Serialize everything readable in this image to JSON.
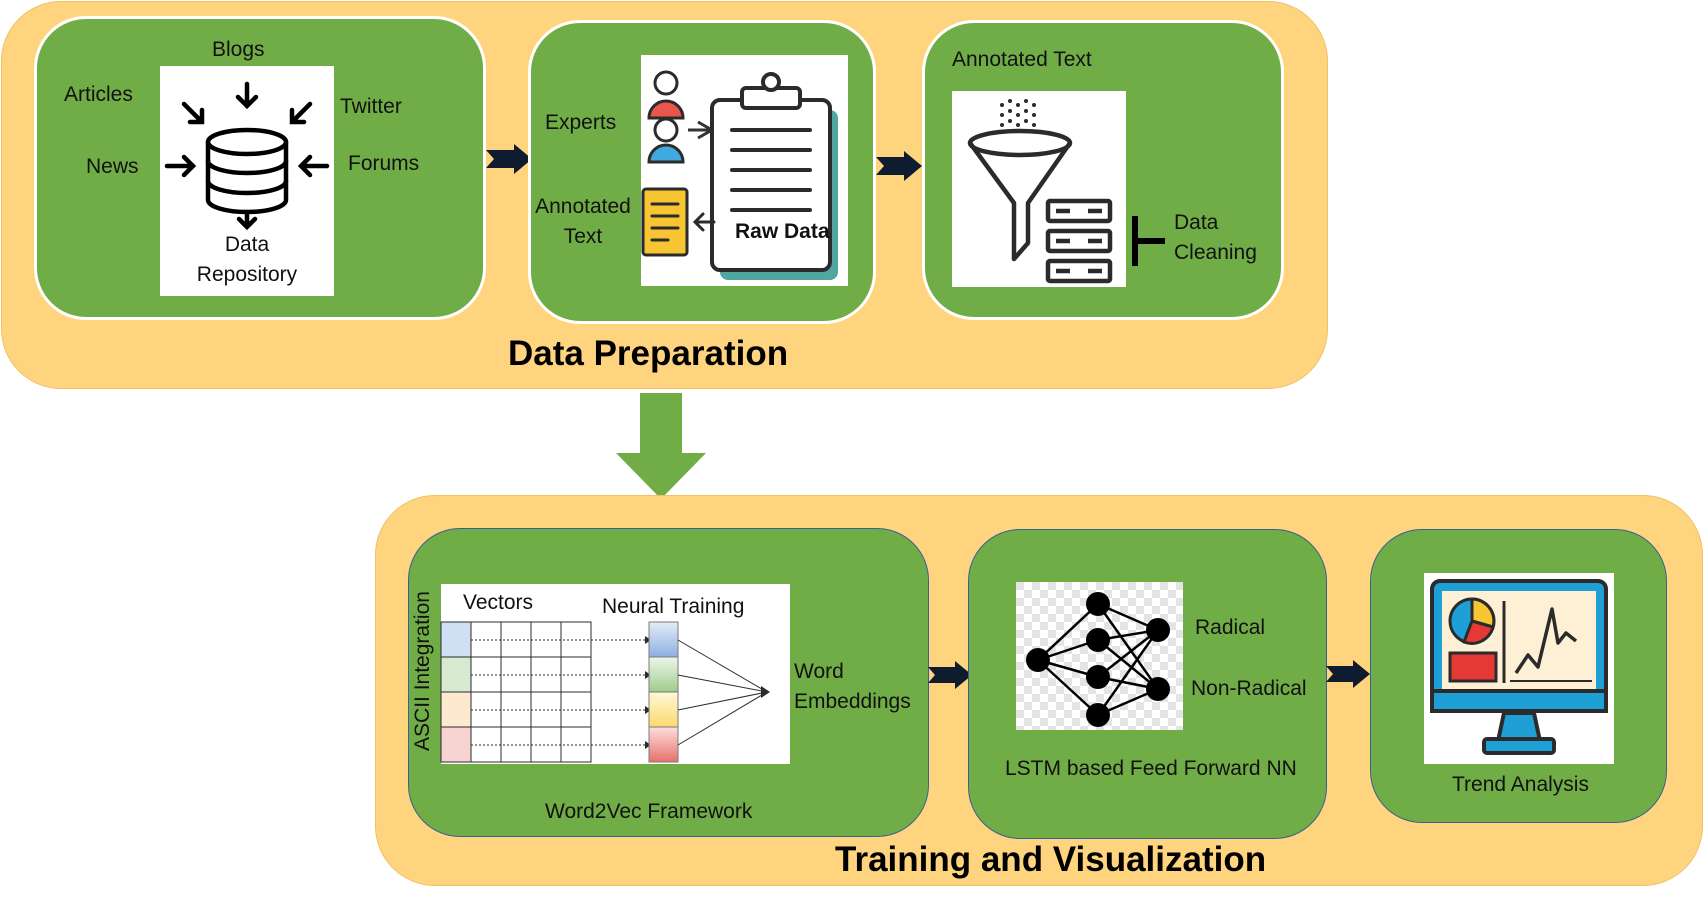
{
  "data_preparation": {
    "title": "Data Preparation",
    "sources": {
      "blogs": "Blogs",
      "articles": "Articles",
      "twitter": "Twitter",
      "news": "News",
      "forums": "Forums",
      "repository_line1": "Data",
      "repository_line2": "Repository"
    },
    "annotation": {
      "experts": "Experts",
      "annotated_line1": "Annotated",
      "annotated_line2": "Text",
      "raw_data": "Raw Data"
    },
    "cleaning": {
      "annotated_text": "Annotated Text",
      "cleaning_line1": "Data",
      "cleaning_line2": "Cleaning"
    }
  },
  "training_visualization": {
    "title": "Training and Visualization",
    "word2vec": {
      "ascii": "ASCII Integration",
      "vectors": "Vectors",
      "neural_training": "Neural Training",
      "embeddings_line1": "Word",
      "embeddings_line2": "Embeddings",
      "framework": "Word2Vec Framework"
    },
    "classifier": {
      "radical": "Radical",
      "non_radical": "Non-Radical",
      "model": "LSTM based Feed Forward NN"
    },
    "trend": {
      "label": "Trend Analysis"
    }
  },
  "colors": {
    "panel": "#fed47f",
    "box": "#70ad47",
    "arrow_dark": "#0f1b2e",
    "arrow_green": "#70ad47"
  }
}
